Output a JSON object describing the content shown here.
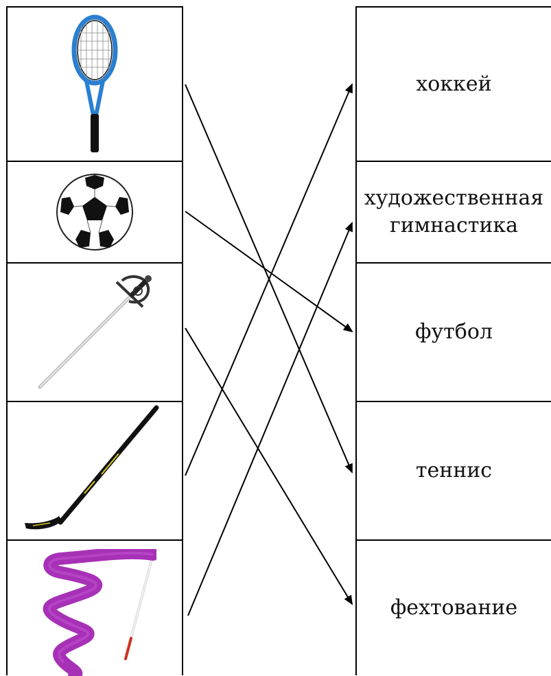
{
  "left_items": [
    {
      "name": "tennis-racket",
      "icon": "tennis-racket-icon"
    },
    {
      "name": "soccer-ball",
      "icon": "soccer-ball-icon"
    },
    {
      "name": "fencing-sword",
      "icon": "fencing-sword-icon"
    },
    {
      "name": "hockey-stick",
      "icon": "hockey-stick-icon"
    },
    {
      "name": "gymnastics-ribbon",
      "icon": "gymnastics-ribbon-icon"
    }
  ],
  "right_items": [
    {
      "label": "хоккей"
    },
    {
      "label": "художественная гимнастика"
    },
    {
      "label": "футбол"
    },
    {
      "label": "теннис"
    },
    {
      "label": "фехтование"
    }
  ],
  "connections": [
    {
      "from": 0,
      "to": 3
    },
    {
      "from": 1,
      "to": 2
    },
    {
      "from": 2,
      "to": 4
    },
    {
      "from": 3,
      "to": 0
    },
    {
      "from": 4,
      "to": 1
    }
  ],
  "colors": {
    "line": "#000000",
    "border": "#000000",
    "ribbon": "#a020b0",
    "racket": "#2a7fd0"
  }
}
